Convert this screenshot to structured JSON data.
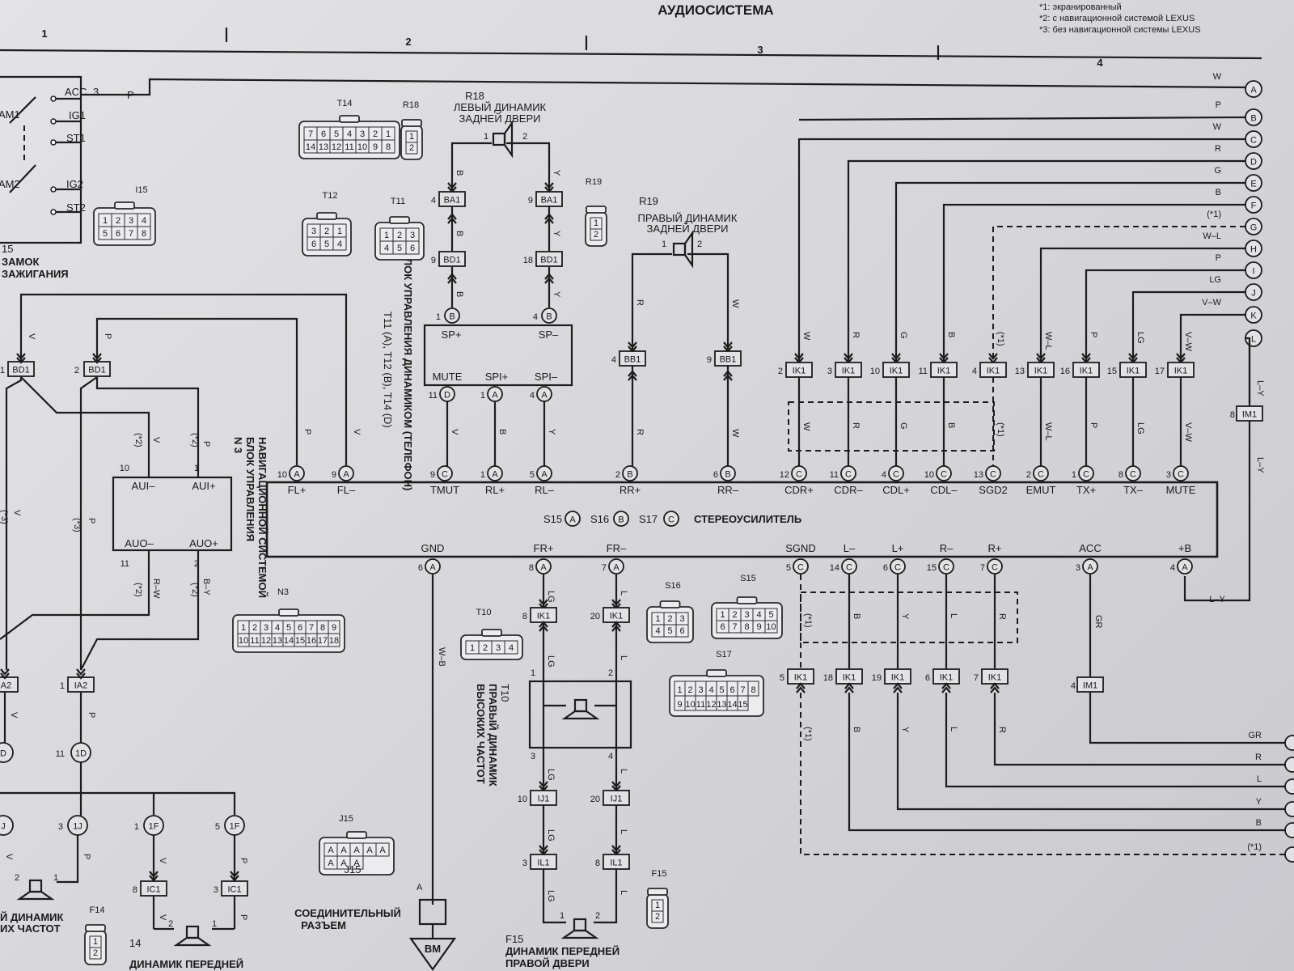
{
  "header": {
    "title": "АУДИОСИСТЕМА",
    "notes": [
      "*1: экранированный",
      "*2: с навигационной системой LEXUS",
      "*3: без навигационной системы LEXUS"
    ],
    "columns": [
      "1",
      "2",
      "3",
      "4"
    ]
  },
  "amplifier": {
    "label": "СТЕРЕОУСИЛИТЕЛЬ",
    "connectors_legend": "S15 (A), S16 (B), S17 (C)",
    "top_pins": [
      {
        "num": "10",
        "c": "A",
        "name": "FL+"
      },
      {
        "num": "9",
        "c": "A",
        "name": "FL–"
      },
      {
        "num": "9",
        "c": "C",
        "name": "TMUT"
      },
      {
        "num": "1",
        "c": "A",
        "name": "RL+"
      },
      {
        "num": "5",
        "c": "A",
        "name": "RL–"
      },
      {
        "num": "2",
        "c": "B",
        "name": "RR+"
      },
      {
        "num": "6",
        "c": "B",
        "name": "RR–"
      },
      {
        "num": "12",
        "c": "C",
        "name": "CDR+"
      },
      {
        "num": "11",
        "c": "C",
        "name": "CDR–"
      },
      {
        "num": "4",
        "c": "C",
        "name": "CDL+"
      },
      {
        "num": "10",
        "c": "C",
        "name": "CDL–"
      },
      {
        "num": "13",
        "c": "C",
        "name": "SGD2"
      },
      {
        "num": "2",
        "c": "C",
        "name": "EMUT"
      },
      {
        "num": "1",
        "c": "C",
        "name": "TX+"
      },
      {
        "num": "8",
        "c": "C",
        "name": "TX–"
      },
      {
        "num": "3",
        "c": "C",
        "name": "MUTE"
      }
    ],
    "bottom_pins": [
      {
        "num": "6",
        "c": "A",
        "name": "GND"
      },
      {
        "num": "8",
        "c": "A",
        "name": "FR+"
      },
      {
        "num": "7",
        "c": "A",
        "name": "FR–"
      },
      {
        "num": "5",
        "c": "C",
        "name": "SGND"
      },
      {
        "num": "14",
        "c": "C",
        "name": "L–"
      },
      {
        "num": "6",
        "c": "C",
        "name": "L+"
      },
      {
        "num": "15",
        "c": "C",
        "name": "R–"
      },
      {
        "num": "7",
        "c": "C",
        "name": "R+"
      },
      {
        "num": "3",
        "c": "A",
        "name": "ACC"
      },
      {
        "num": "4",
        "c": "A",
        "name": "+B"
      }
    ]
  },
  "right_terminals": [
    {
      "id": "A",
      "color": "W"
    },
    {
      "id": "B",
      "color": "P"
    },
    {
      "id": "C",
      "color": "W"
    },
    {
      "id": "D",
      "color": "R"
    },
    {
      "id": "E",
      "color": "G"
    },
    {
      "id": "F",
      "color": "B"
    },
    {
      "id": "G",
      "color": "(*1)"
    },
    {
      "id": "H",
      "color": "W–L"
    },
    {
      "id": "I",
      "color": "P"
    },
    {
      "id": "J",
      "color": "LG"
    },
    {
      "id": "K",
      "color": "V–W"
    },
    {
      "id": "L",
      "color": ""
    }
  ],
  "ik1_top": [
    {
      "num": "2",
      "wire": "W"
    },
    {
      "num": "3",
      "wire": "R"
    },
    {
      "num": "10",
      "wire": "G"
    },
    {
      "num": "11",
      "wire": "B"
    },
    {
      "num": "4",
      "wire": "(*1)"
    },
    {
      "num": "13",
      "wire": "W–L"
    },
    {
      "num": "16",
      "wire": "P"
    },
    {
      "num": "15",
      "wire": "LG"
    },
    {
      "num": "17",
      "wire": "V–W"
    }
  ],
  "ik1_bottom": [
    {
      "num": "5",
      "wire": "(*1)"
    },
    {
      "num": "18",
      "wire": "B"
    },
    {
      "num": "19",
      "wire": "Y"
    },
    {
      "num": "6",
      "wire": "L"
    },
    {
      "num": "7",
      "wire": "R"
    }
  ],
  "bottom_right_wires": [
    "GR",
    "R",
    "L",
    "Y",
    "B",
    "(*1)"
  ],
  "ignition": {
    "name_line1": "ЗАМОК",
    "name_line2": "ЗАЖИГАНИЯ",
    "conn": "I15",
    "pins": [
      "ACC",
      "IG1",
      "ST1",
      "IG2",
      "ST2"
    ],
    "am1": "AM1",
    "am2": "AM2",
    "acc_pin": "3",
    "acc_wire": "P",
    "conn_label_prefix": "15"
  },
  "rear_left": {
    "code": "R18",
    "line1": "ЛЕВЫЙ ДИНАМИК",
    "line2": "ЗАДНЕЙ ДВЕРИ"
  },
  "rear_right": {
    "code": "R19",
    "line1": "ПРАВЫЙ ДИНАМИК",
    "line2": "ЗАДНЕЙ ДВЕРИ"
  },
  "phone_unit": {
    "text": "БЛОК УПРАВЛЕНИЯ ДИНАМИКОМ (ТЕЛЕФОН)",
    "conn": "T11 (A), T12 (B), T14 (D)",
    "pins": [
      "SP+",
      "SP–",
      "MUTE",
      "SPI+",
      "SPI–"
    ]
  },
  "nav_unit": {
    "code": "N 3",
    "text1": "БЛОК УПРАВЛЕНИЯ",
    "text2": "НАВИГАЦИОННОЙ СИСТЕМОЙ",
    "pins": [
      "AUI–",
      "AUI+",
      "AUO–",
      "AUO+"
    ]
  },
  "tweeter": {
    "code": "T10",
    "text1": "ПРАВЫЙ ДИНАМИК",
    "text2": "ВЫСОКИХ ЧАСТОТ"
  },
  "front_right": {
    "code": "F15",
    "line1": "ДИНАМИК ПЕРЕДНЕЙ",
    "line2": "ПРАВОЙ ДВЕРИ"
  },
  "front_left": {
    "code": "14",
    "line1": "ДИНАМИК ПЕРЕДНЕЙ"
  },
  "left_tweeter": {
    "line1": "Й ДИНАМИК",
    "line2": "ИХ ЧАСТОТ"
  },
  "joint": {
    "code": "J15",
    "line1": "СОЕДИНИТЕЛЬНЫЙ",
    "line2": "РАЗЪЕМ"
  },
  "ground": "BM",
  "connector_views": {
    "T14": [
      "7",
      "6",
      "5",
      "4",
      "3",
      "2",
      "1",
      "14",
      "13",
      "12",
      "11",
      "10",
      "9",
      "8"
    ],
    "I15": [
      "1",
      "2",
      "3",
      "4",
      "5",
      "6",
      "7",
      "8"
    ],
    "T12": [
      "3",
      "2",
      "1",
      "6",
      "5",
      "4"
    ],
    "T11": [
      "1",
      "2",
      "3",
      "4",
      "5",
      "6"
    ],
    "N3": [
      "1",
      "2",
      "3",
      "4",
      "5",
      "6",
      "7",
      "8",
      "9",
      "10",
      "11",
      "12",
      "13",
      "14",
      "15",
      "16",
      "17",
      "18"
    ],
    "T10": [
      "1",
      "2",
      "3",
      "4"
    ],
    "S16": [
      "1",
      "2",
      "3",
      "4",
      "5",
      "6"
    ],
    "S15": [
      "1",
      "2",
      "3",
      "4",
      "5",
      "6",
      "7",
      "8",
      "9",
      "10"
    ],
    "S17": [
      "1",
      "2",
      "3",
      "4",
      "5",
      "6",
      "7",
      "8",
      "9",
      "10",
      "11",
      "12",
      "13",
      "14",
      "15"
    ],
    "J15": [
      "A",
      "A",
      "A",
      "A",
      "A",
      "A",
      "A",
      "A"
    ],
    "R18": [
      "1",
      "2"
    ],
    "R19": [
      "1",
      "2"
    ],
    "F15": [
      "1",
      "2"
    ],
    "F14": [
      "1",
      "2"
    ]
  },
  "labels": {
    "bd1": "BD1",
    "ba1": "BA1",
    "bb1": "BB1",
    "ik1": "IK1",
    "im1": "IM1",
    "ij1": "IJ1",
    "il1": "IL1",
    "ia2": "IA2",
    "ic1": "IC1",
    "one_d": "1D",
    "one_j": "1J",
    "one_f": "1F",
    "f14": "F14",
    "j15": "J15",
    "s16": "S16",
    "s15": "S15",
    "s17": "S17",
    "t10": "T10",
    "n3": "N3",
    "t14": "T14",
    "t12": "T12",
    "t11": "T11",
    "r18": "R18",
    "r19": "R19",
    "f15": "F15",
    "i15": "I15"
  }
}
